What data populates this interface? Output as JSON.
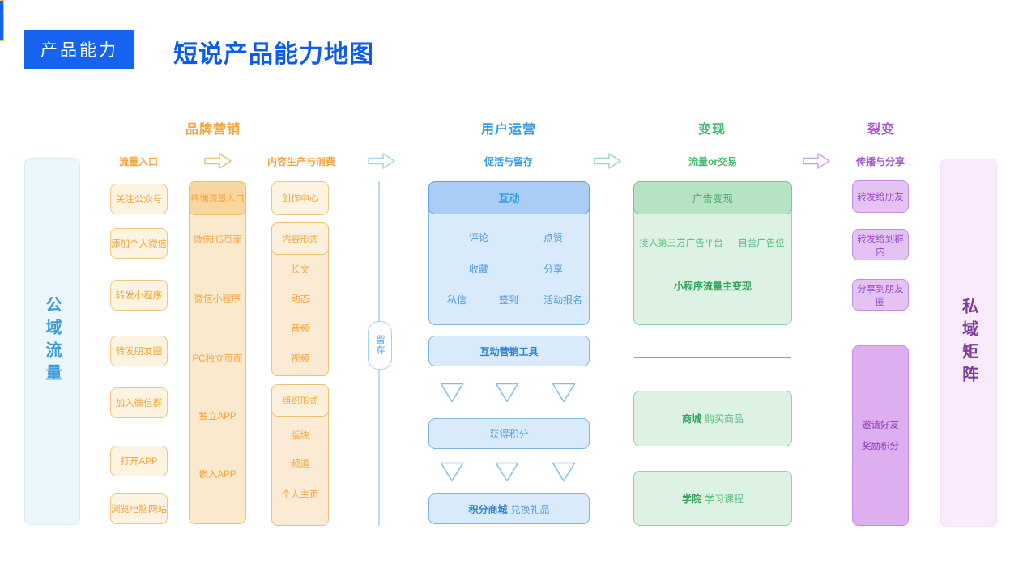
{
  "header": {
    "badge": "产品能力",
    "title": "短说产品能力地图"
  },
  "colors": {
    "brand_blue": "#1563EE",
    "title_blue": "#0D5BE8",
    "stage_orange": "#F5A43E",
    "stage_blue": "#3B9BE0",
    "stage_green": "#4CBA74",
    "stage_purple": "#A55BD6"
  },
  "rails": {
    "left": "公域流量",
    "right": "私域矩阵"
  },
  "retention_pill": "留存",
  "stage_headers": [
    {
      "label": "品牌营销"
    },
    {
      "label": "用户运营"
    },
    {
      "label": "变现"
    },
    {
      "label": "裂变"
    }
  ],
  "sub_headers": [
    "流量入口",
    "内容生产与消费",
    "促活与留存",
    "流量or交易",
    "传播与分享"
  ],
  "traffic_entry": {
    "items": [
      "关注公众号",
      "添加个人微信",
      "转发小程序",
      "转发朋友圈",
      "加入微信群",
      "打开APP",
      "浏览电脑网站"
    ]
  },
  "brand_marketing": {
    "box_header": "终端流量入口",
    "items": [
      "微信H5页面",
      "微信小程序",
      "PC独立页面",
      "独立APP",
      "嵌入APP"
    ]
  },
  "content": {
    "creation_center": "创作中心",
    "content_forms": {
      "header": "内容形式",
      "items": [
        "长文",
        "动态",
        "音频",
        "视频"
      ]
    },
    "org_forms": {
      "header": "组织形式",
      "items": [
        "版块",
        "频道",
        "个人主页"
      ]
    }
  },
  "user_ops": {
    "interaction": {
      "header": "互动",
      "row1": [
        "评论",
        "点赞"
      ],
      "row2": [
        "收藏",
        "分享"
      ],
      "row3": [
        "私信",
        "签到",
        "活动报名"
      ]
    },
    "tools": "互动营销工具",
    "earn_points": "获得积分",
    "points_mall": {
      "bold": "积分商城",
      "rest": "兑换礼品"
    }
  },
  "monetization": {
    "ads": {
      "header": "广告变现",
      "item1": "接入第三方广告平台",
      "item2": "自营广告位",
      "bold_item": "小程序流量主变现"
    },
    "mall": {
      "bold": "商城",
      "rest": "购买商品"
    },
    "academy": {
      "bold": "学院",
      "rest": "学习课程"
    }
  },
  "fission": {
    "items": [
      "转发给朋友",
      "转发给到群内",
      "分享到朋友圈"
    ],
    "invite_lines": [
      "邀请好友",
      "奖励积分"
    ]
  }
}
